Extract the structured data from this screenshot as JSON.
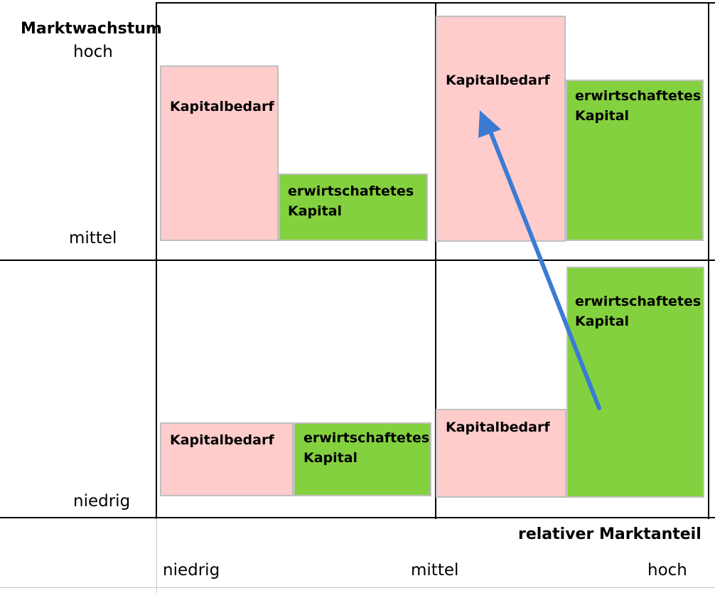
{
  "y_axis": {
    "title": "Marktwachstum",
    "levels": [
      "hoch",
      "mittel",
      "niedrig"
    ]
  },
  "x_axis": {
    "title": "relativer Marktanteil",
    "levels": [
      "niedrig",
      "mittel",
      "hoch"
    ]
  },
  "quadrants": {
    "top_left": {
      "demand_label": "Kapitalbedarf",
      "earned_label": "erwirtschaftetes\nKapital"
    },
    "top_right": {
      "demand_label": "Kapitalbedarf",
      "earned_label": "erwirtschaftetes\nKapital"
    },
    "bottom_left": {
      "demand_label": "Kapitalbedarf",
      "earned_label": "erwirtschaftetes\nKapital"
    },
    "bottom_right": {
      "demand_label": "Kapitalbedarf",
      "earned_label": "erwirtschaftetes\nKapital"
    }
  },
  "colors": {
    "demand": "#ffcccc",
    "earned": "#84d13f",
    "arrow": "#3b7bd4",
    "grid": "#000000"
  }
}
